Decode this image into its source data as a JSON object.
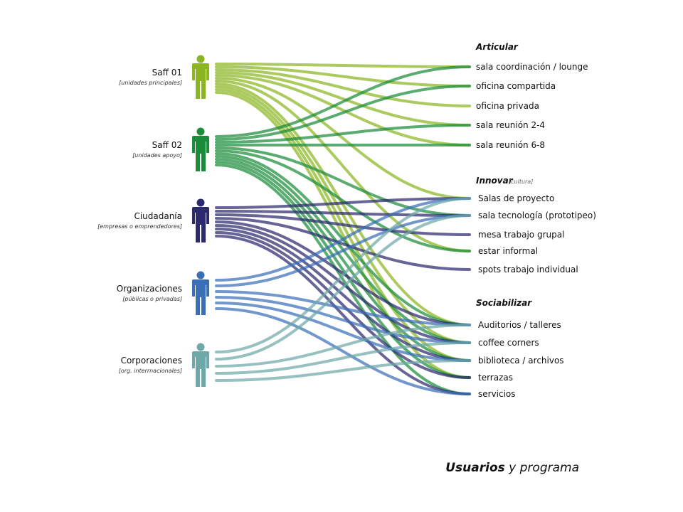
{
  "users": [
    {
      "id": "u1",
      "name": "Saff 01",
      "sub": "[unidades principales]",
      "color": "#8bb521"
    },
    {
      "id": "u2",
      "name": "Saff 02",
      "sub": "[unidades apoyo]",
      "color": "#1a8c3a"
    },
    {
      "id": "u3",
      "name": "Ciudadanía",
      "sub": "[empresas o emprendedores]",
      "color": "#2b2a6e"
    },
    {
      "id": "u4",
      "name": "Organizaciones",
      "sub": "[públicas o privadas]",
      "color": "#3a6fb8"
    },
    {
      "id": "u5",
      "name": "Corporaciones",
      "sub": "[org. interrnacionales]",
      "color": "#6fa8a8"
    }
  ],
  "groups": [
    {
      "id": "g1",
      "title": "Articular",
      "note": "",
      "programs": [
        {
          "id": "p1",
          "label": "sala coordinación / lounge"
        },
        {
          "id": "p2",
          "label": "oficina compartida"
        },
        {
          "id": "p3",
          "label": "oficina privada"
        },
        {
          "id": "p4",
          "label": "sala reunión 2-4"
        },
        {
          "id": "p5",
          "label": "sala reunión 6-8"
        }
      ]
    },
    {
      "id": "g2",
      "title": "Innovar",
      "note": "[cultura]",
      "programs": [
        {
          "id": "p6",
          "label": "Salas de proyecto"
        },
        {
          "id": "p7",
          "label": "sala tecnología (prototipeo)"
        },
        {
          "id": "p8",
          "label": "mesa trabajo grupal"
        },
        {
          "id": "p9",
          "label": "estar informal"
        },
        {
          "id": "p10",
          "label": "spots trabajo individual"
        }
      ]
    },
    {
      "id": "g3",
      "title": "Sociabilizar",
      "note": "",
      "programs": [
        {
          "id": "p11",
          "label": "Auditorios / talleres"
        },
        {
          "id": "p12",
          "label": "coffee corners"
        },
        {
          "id": "p13",
          "label": "biblioteca / archivos"
        },
        {
          "id": "p14",
          "label": "terrazas"
        },
        {
          "id": "p15",
          "label": "servicios"
        }
      ]
    }
  ],
  "links": [
    {
      "from": "u1",
      "to": "p1"
    },
    {
      "from": "u1",
      "to": "p2"
    },
    {
      "from": "u1",
      "to": "p3"
    },
    {
      "from": "u1",
      "to": "p4"
    },
    {
      "from": "u1",
      "to": "p5"
    },
    {
      "from": "u1",
      "to": "p6"
    },
    {
      "from": "u1",
      "to": "p9"
    },
    {
      "from": "u1",
      "to": "p11"
    },
    {
      "from": "u1",
      "to": "p12"
    },
    {
      "from": "u1",
      "to": "p13"
    },
    {
      "from": "u1",
      "to": "p14"
    },
    {
      "from": "u2",
      "to": "p1"
    },
    {
      "from": "u2",
      "to": "p2"
    },
    {
      "from": "u2",
      "to": "p4"
    },
    {
      "from": "u2",
      "to": "p5"
    },
    {
      "from": "u2",
      "to": "p7"
    },
    {
      "from": "u2",
      "to": "p9"
    },
    {
      "from": "u2",
      "to": "p11"
    },
    {
      "from": "u2",
      "to": "p12"
    },
    {
      "from": "u2",
      "to": "p13"
    },
    {
      "from": "u2",
      "to": "p14"
    },
    {
      "from": "u2",
      "to": "p15"
    },
    {
      "from": "u3",
      "to": "p6"
    },
    {
      "from": "u3",
      "to": "p7"
    },
    {
      "from": "u3",
      "to": "p8"
    },
    {
      "from": "u3",
      "to": "p10"
    },
    {
      "from": "u3",
      "to": "p11"
    },
    {
      "from": "u3",
      "to": "p12"
    },
    {
      "from": "u3",
      "to": "p13"
    },
    {
      "from": "u3",
      "to": "p14"
    },
    {
      "from": "u3",
      "to": "p15"
    },
    {
      "from": "u4",
      "to": "p6"
    },
    {
      "from": "u4",
      "to": "p7"
    },
    {
      "from": "u4",
      "to": "p11"
    },
    {
      "from": "u4",
      "to": "p12"
    },
    {
      "from": "u4",
      "to": "p13"
    },
    {
      "from": "u4",
      "to": "p15"
    },
    {
      "from": "u5",
      "to": "p6"
    },
    {
      "from": "u5",
      "to": "p7"
    },
    {
      "from": "u5",
      "to": "p11"
    },
    {
      "from": "u5",
      "to": "p12"
    },
    {
      "from": "u5",
      "to": "p13"
    }
  ],
  "caption": {
    "bold": "Usuarios",
    "rest": " y programa"
  }
}
